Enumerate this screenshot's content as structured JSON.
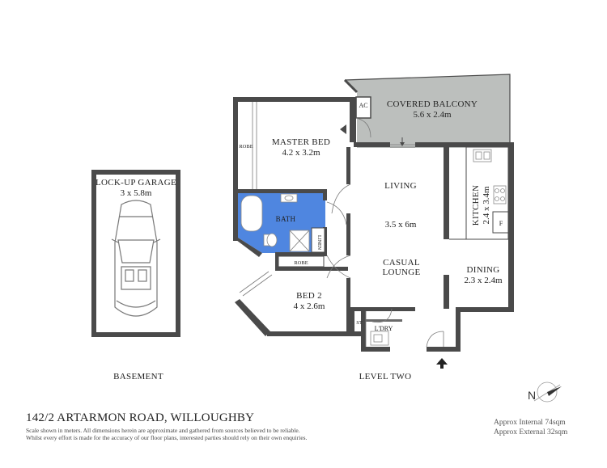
{
  "basement": {
    "label": "BASEMENT",
    "garage": {
      "name": "LOCK-UP GARAGE",
      "size": "3 x 5.8m"
    }
  },
  "level_two": {
    "label": "LEVEL TWO",
    "rooms": {
      "balcony": {
        "name": "COVERED BALCONY",
        "size": "5.6 x 2.4m"
      },
      "ac": "AC",
      "master_bed": {
        "name": "MASTER BED",
        "size": "4.2 x 3.2m"
      },
      "master_robe": "ROBE",
      "bath": "BATH",
      "linen": "LINEN",
      "living": {
        "name": "LIVING",
        "size": "3.5 x 6m"
      },
      "kitchen": {
        "name": "KITCHEN",
        "size": "2.4 x 3.4m"
      },
      "fridge": "F",
      "casual_lounge": {
        "line1": "CASUAL",
        "line2": "LOUNGE"
      },
      "dining": {
        "name": "DINING",
        "size": "2.3 x 2.4m"
      },
      "bed2": {
        "name": "BED 2",
        "size": "4 x 2.6m"
      },
      "bed2_robe": "ROBE",
      "storage": "ST",
      "laundry": "L'DRY"
    }
  },
  "address": "142/2 ARTARMON ROAD, WILLOUGHBY",
  "disclaimer": {
    "line1": "Scale shown in meters. All dimensions herein are approximate and gathered from sources believed to be  reliable.",
    "line2": "Whilst every effort is made for the accuracy of our floor plans, interested parties should rely on their own enquiries."
  },
  "areas": {
    "internal": "Approx Internal 74sqm",
    "external": "Approx External 32sqm"
  },
  "colors": {
    "balcony": "#bcbfbd",
    "bath": "#4f86e0",
    "walls": "#4a4a4a"
  },
  "icons": {
    "compass": "north-compass-icon",
    "entry": "entry-arrow-icon"
  }
}
